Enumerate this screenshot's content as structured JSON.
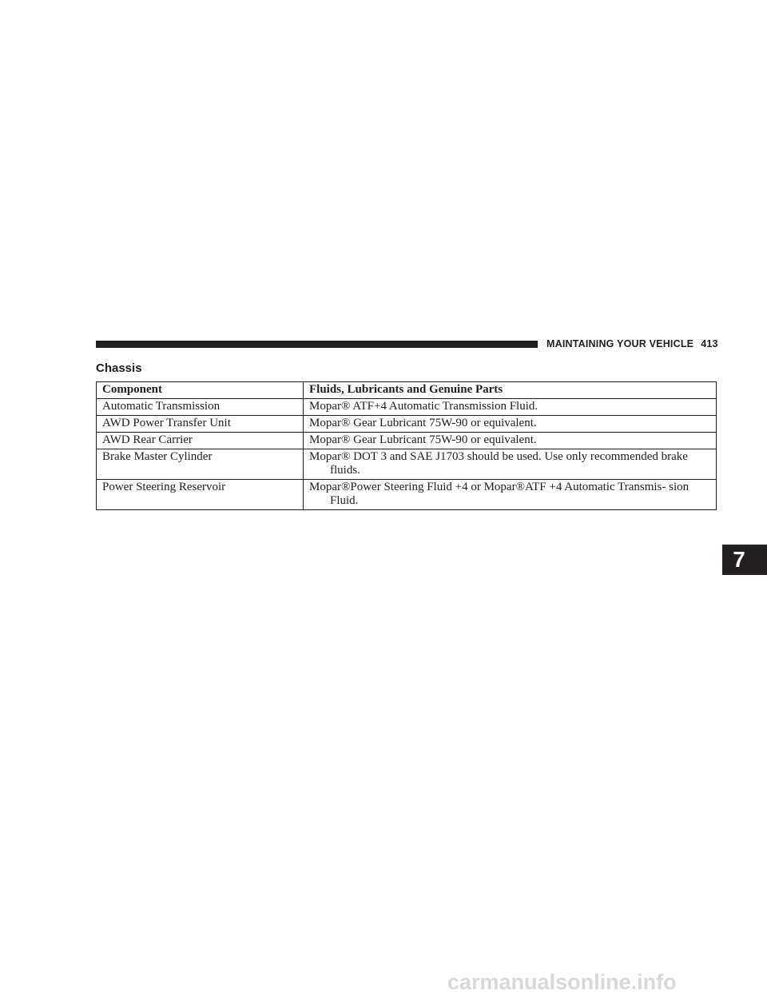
{
  "header": {
    "running_title": "MAINTAINING YOUR VEHICLE",
    "page_number": "413"
  },
  "section": {
    "title": "Chassis"
  },
  "table": {
    "columns": [
      "Component",
      "Fluids, Lubricants and Genuine Parts"
    ],
    "rows": [
      [
        "Automatic Transmission",
        "Mopar® ATF+4 Automatic Transmission Fluid."
      ],
      [
        "AWD Power Transfer Unit",
        "Mopar® Gear Lubricant 75W-90 or equivalent."
      ],
      [
        "AWD Rear Carrier",
        "Mopar® Gear Lubricant 75W-90 or equivalent."
      ],
      [
        "Brake Master Cylinder",
        "Mopar® DOT 3 and SAE J1703 should be used. Use only recommended brake fluids."
      ],
      [
        "Power Steering Reservoir",
        "Mopar®Power Steering Fluid +4 or Mopar®ATF +4 Automatic Transmis- sion Fluid."
      ]
    ]
  },
  "chapter_tab": "7",
  "watermark": "carmanualsonline.info",
  "colors": {
    "ink": "#231f20",
    "watermark": "#d9d9d9"
  }
}
